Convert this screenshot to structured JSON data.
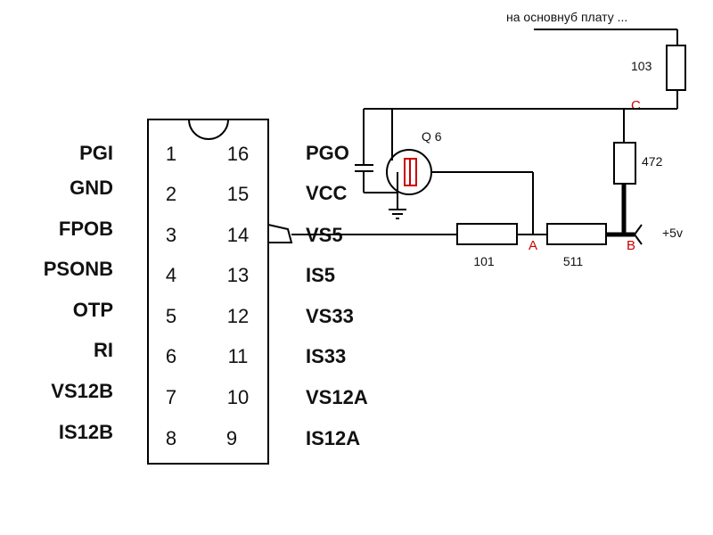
{
  "ic": {
    "left_labels": [
      "PGI",
      "GND",
      "FPOB",
      "PSONB",
      "OTP",
      "RI",
      "VS12B",
      "IS12B"
    ],
    "left_pins": [
      "1",
      "2",
      "3",
      "4",
      "5",
      "6",
      "7",
      "8"
    ],
    "right_pins": [
      "16",
      "15",
      "14",
      "13",
      "12",
      "11",
      "10",
      "9"
    ],
    "right_labels": [
      "PGO",
      "VCC",
      "VS5",
      "IS5",
      "VS33",
      "IS33",
      "VS12A",
      "IS12A"
    ]
  },
  "transistor": {
    "label": "Q  6"
  },
  "resistors": {
    "r_top": "103",
    "r_mid": "472",
    "r_101": "101",
    "r_511": "511"
  },
  "nodes": {
    "a": "A",
    "b": "B",
    "c": "C"
  },
  "supply": "+5v",
  "note": "на основнуб плату ...",
  "colors": {
    "node_red": "#cc0000",
    "q_red": "#cc0000"
  }
}
